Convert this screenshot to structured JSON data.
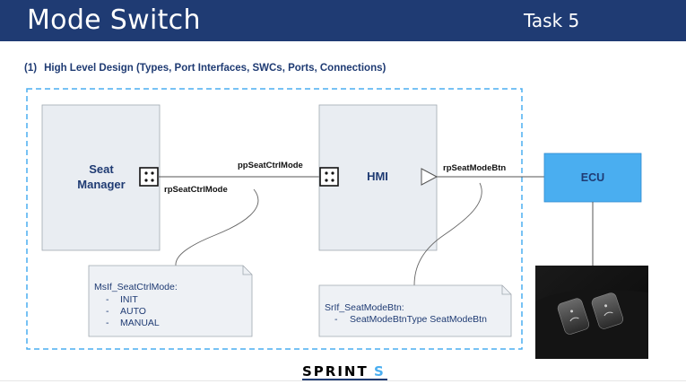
{
  "header": {
    "title": "Mode Switch",
    "task": "Task 5"
  },
  "section": {
    "number": "(1)",
    "title": "High Level Design (Types, Port Interfaces, SWCs, Ports, Connections)"
  },
  "components": {
    "seat_manager": {
      "line1": "Seat",
      "line2": "Manager"
    },
    "hmi": {
      "label": "HMI"
    },
    "ecu": {
      "label": "ECU"
    }
  },
  "ports": {
    "pp_seat_ctrl_mode": "ppSeatCtrlMode",
    "rp_seat_ctrl_mode": "rpSeatCtrlMode",
    "rp_seat_mode_btn": "rpSeatModeBtn"
  },
  "notes": {
    "mode_interface": {
      "title": "MsIf_SeatCtrlMode:",
      "items": [
        "INIT",
        "AUTO",
        "MANUAL"
      ]
    },
    "sr_interface": {
      "title": "SrIf_SeatModeBtn:",
      "items": [
        "SeatModeBtnType SeatModeBtn"
      ]
    }
  },
  "logo": {
    "text": "SPRINT",
    "suffix": "S"
  },
  "colors": {
    "header_bg": "#1f3b73",
    "swc_fill": "#e9edf2",
    "ecu_fill": "#4aaef0",
    "dashed_border": "#4aaef0",
    "note_fill": "#eef1f5"
  }
}
